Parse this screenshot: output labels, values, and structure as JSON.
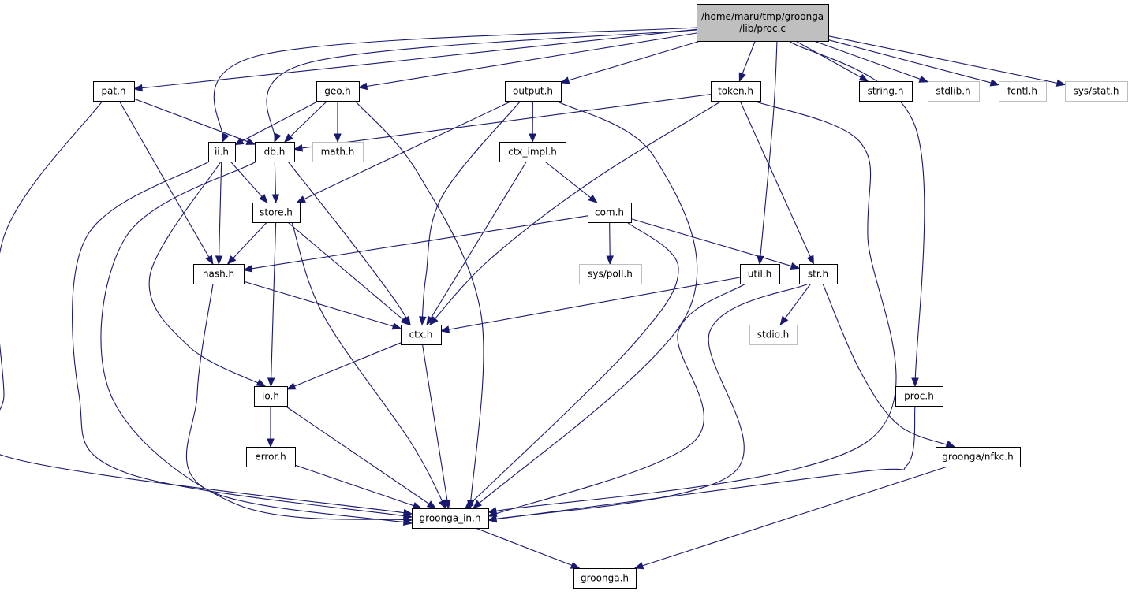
{
  "diagram": {
    "colors": {
      "edge": "#191970",
      "node_border": "#000000",
      "node_fill": "#ffffff",
      "external_border": "#bfbfbf",
      "root_fill": "#bfbfbf"
    },
    "nodes": [
      {
        "id": "proc_c",
        "lines": [
          "/home/maru/tmp/groonga",
          "/lib/proc.c"
        ],
        "kind": "root"
      },
      {
        "id": "pat_h",
        "lines": [
          "pat.h"
        ],
        "kind": "header"
      },
      {
        "id": "geo_h",
        "lines": [
          "geo.h"
        ],
        "kind": "header"
      },
      {
        "id": "output_h",
        "lines": [
          "output.h"
        ],
        "kind": "header"
      },
      {
        "id": "token_h",
        "lines": [
          "token.h"
        ],
        "kind": "header"
      },
      {
        "id": "string_h",
        "lines": [
          "string.h"
        ],
        "kind": "header"
      },
      {
        "id": "stdlib_h",
        "lines": [
          "stdlib.h"
        ],
        "kind": "external"
      },
      {
        "id": "fcntl_h",
        "lines": [
          "fcntl.h"
        ],
        "kind": "external"
      },
      {
        "id": "sys_stat_h",
        "lines": [
          "sys/stat.h"
        ],
        "kind": "external"
      },
      {
        "id": "ii_h",
        "lines": [
          "ii.h"
        ],
        "kind": "header"
      },
      {
        "id": "db_h",
        "lines": [
          "db.h"
        ],
        "kind": "header"
      },
      {
        "id": "math_h",
        "lines": [
          "math.h"
        ],
        "kind": "external"
      },
      {
        "id": "ctx_impl_h",
        "lines": [
          "ctx_impl.h"
        ],
        "kind": "header"
      },
      {
        "id": "store_h",
        "lines": [
          "store.h"
        ],
        "kind": "header"
      },
      {
        "id": "com_h",
        "lines": [
          "com.h"
        ],
        "kind": "header"
      },
      {
        "id": "hash_h",
        "lines": [
          "hash.h"
        ],
        "kind": "header"
      },
      {
        "id": "sys_poll_h",
        "lines": [
          "sys/poll.h"
        ],
        "kind": "external"
      },
      {
        "id": "util_h",
        "lines": [
          "util.h"
        ],
        "kind": "header"
      },
      {
        "id": "str_h",
        "lines": [
          "str.h"
        ],
        "kind": "header"
      },
      {
        "id": "ctx_h",
        "lines": [
          "ctx.h"
        ],
        "kind": "header"
      },
      {
        "id": "stdio_h",
        "lines": [
          "stdio.h"
        ],
        "kind": "external"
      },
      {
        "id": "io_h",
        "lines": [
          "io.h"
        ],
        "kind": "header"
      },
      {
        "id": "proc_h",
        "lines": [
          "proc.h"
        ],
        "kind": "header"
      },
      {
        "id": "error_h",
        "lines": [
          "error.h"
        ],
        "kind": "header"
      },
      {
        "id": "groonga_nfkc_h",
        "lines": [
          "groonga/nfkc.h"
        ],
        "kind": "header"
      },
      {
        "id": "groonga_in_h",
        "lines": [
          "groonga_in.h"
        ],
        "kind": "header"
      },
      {
        "id": "groonga_h",
        "lines": [
          "groonga.h"
        ],
        "kind": "header"
      }
    ],
    "edges": [
      {
        "from": "proc_c",
        "to": "pat_h"
      },
      {
        "from": "proc_c",
        "to": "geo_h"
      },
      {
        "from": "proc_c",
        "to": "output_h"
      },
      {
        "from": "proc_c",
        "to": "token_h"
      },
      {
        "from": "proc_c",
        "to": "string_h"
      },
      {
        "from": "proc_c",
        "to": "stdlib_h"
      },
      {
        "from": "proc_c",
        "to": "fcntl_h"
      },
      {
        "from": "proc_c",
        "to": "sys_stat_h"
      },
      {
        "from": "proc_c",
        "to": "ii_h"
      },
      {
        "from": "proc_c",
        "to": "db_h"
      },
      {
        "from": "proc_c",
        "to": "util_h"
      },
      {
        "from": "proc_c",
        "to": "proc_h"
      },
      {
        "from": "pat_h",
        "to": "db_h"
      },
      {
        "from": "pat_h",
        "to": "hash_h"
      },
      {
        "from": "pat_h",
        "to": "groonga_in_h"
      },
      {
        "from": "geo_h",
        "to": "ii_h"
      },
      {
        "from": "geo_h",
        "to": "db_h"
      },
      {
        "from": "geo_h",
        "to": "math_h"
      },
      {
        "from": "geo_h",
        "to": "groonga_in_h"
      },
      {
        "from": "output_h",
        "to": "store_h"
      },
      {
        "from": "output_h",
        "to": "ctx_impl_h"
      },
      {
        "from": "output_h",
        "to": "ctx_h"
      },
      {
        "from": "output_h",
        "to": "groonga_in_h"
      },
      {
        "from": "token_h",
        "to": "db_h"
      },
      {
        "from": "token_h",
        "to": "ctx_h"
      },
      {
        "from": "token_h",
        "to": "str_h"
      },
      {
        "from": "token_h",
        "to": "groonga_in_h"
      },
      {
        "from": "ii_h",
        "to": "store_h"
      },
      {
        "from": "ii_h",
        "to": "hash_h"
      },
      {
        "from": "ii_h",
        "to": "io_h"
      },
      {
        "from": "ii_h",
        "to": "groonga_in_h"
      },
      {
        "from": "db_h",
        "to": "store_h"
      },
      {
        "from": "db_h",
        "to": "ctx_h"
      },
      {
        "from": "db_h",
        "to": "groonga_in_h"
      },
      {
        "from": "ctx_impl_h",
        "to": "com_h"
      },
      {
        "from": "ctx_impl_h",
        "to": "ctx_h"
      },
      {
        "from": "store_h",
        "to": "hash_h"
      },
      {
        "from": "store_h",
        "to": "ctx_h"
      },
      {
        "from": "store_h",
        "to": "io_h"
      },
      {
        "from": "store_h",
        "to": "groonga_in_h"
      },
      {
        "from": "com_h",
        "to": "hash_h"
      },
      {
        "from": "com_h",
        "to": "sys_poll_h"
      },
      {
        "from": "com_h",
        "to": "str_h"
      },
      {
        "from": "com_h",
        "to": "groonga_in_h"
      },
      {
        "from": "hash_h",
        "to": "ctx_h"
      },
      {
        "from": "hash_h",
        "to": "groonga_in_h"
      },
      {
        "from": "util_h",
        "to": "ctx_h"
      },
      {
        "from": "util_h",
        "to": "groonga_in_h"
      },
      {
        "from": "str_h",
        "to": "stdio_h"
      },
      {
        "from": "str_h",
        "to": "groonga_nfkc_h"
      },
      {
        "from": "str_h",
        "to": "groonga_in_h"
      },
      {
        "from": "ctx_h",
        "to": "io_h"
      },
      {
        "from": "ctx_h",
        "to": "groonga_in_h"
      },
      {
        "from": "io_h",
        "to": "error_h"
      },
      {
        "from": "io_h",
        "to": "groonga_in_h"
      },
      {
        "from": "error_h",
        "to": "groonga_in_h"
      },
      {
        "from": "proc_h",
        "to": "groonga_in_h"
      },
      {
        "from": "groonga_nfkc_h",
        "to": "groonga_h"
      },
      {
        "from": "groonga_in_h",
        "to": "groonga_h"
      }
    ]
  }
}
